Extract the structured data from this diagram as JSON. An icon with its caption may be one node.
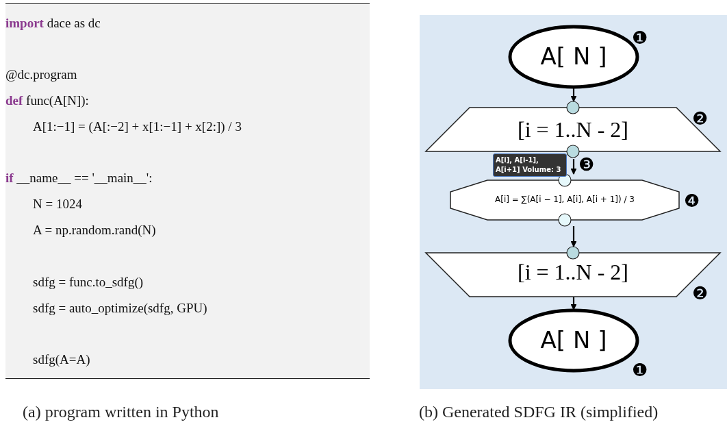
{
  "diagram": {
    "nodes": [
      {
        "text": [
          "A[ N ]"
        ],
        "beside": [
          "❶"
        ]
      },
      {
        "text": [
          "[i = 1..N - 2]"
        ],
        "beside": [
          "❷"
        ]
      },
      {
        "text": [
          "A[i] = ∑(A[i − 1], A[i], A[i + 1]) / 3"
        ],
        "beside": [
          "❹"
        ]
      },
      {
        "text": [
          "[i = 1..N - 2]"
        ],
        "beside": [
          "❷"
        ]
      },
      {
        "text": [
          "A[ N ]"
        ],
        "beside": [
          "❶"
        ]
      }
    ],
    "edges": [
      {
        "from": 0,
        "to": 1,
        "arrow": "to"
      },
      {
        "from": 1,
        "to": 2,
        "arrow": "to",
        "label": "A[i], A[i-1], A[i+1] Volume: 3"
      },
      {
        "from": 2,
        "to": 3,
        "arrow": "to"
      },
      {
        "from": 3,
        "to": 4,
        "arrow": "to"
      }
    ],
    "labels": [
      "**import** dace as dc",
      "@dc.program",
      "**def** func(A[N]):",
      "A[1:−1] = (A[:−2] + x[1:−1] + x[2:]) / 3",
      "**if** __name__ == '__main__':",
      "N = 1024",
      "A = np.random.rand(N)",
      "sdfg = func.to_sdfg()",
      "sdfg = auto_optimize(sdfg, GPU)",
      "sdfg(A=A)",
      "❸",
      "(a) program written in Python",
      "(b) Generated SDFG IR (simplified)"
    ]
  }
}
